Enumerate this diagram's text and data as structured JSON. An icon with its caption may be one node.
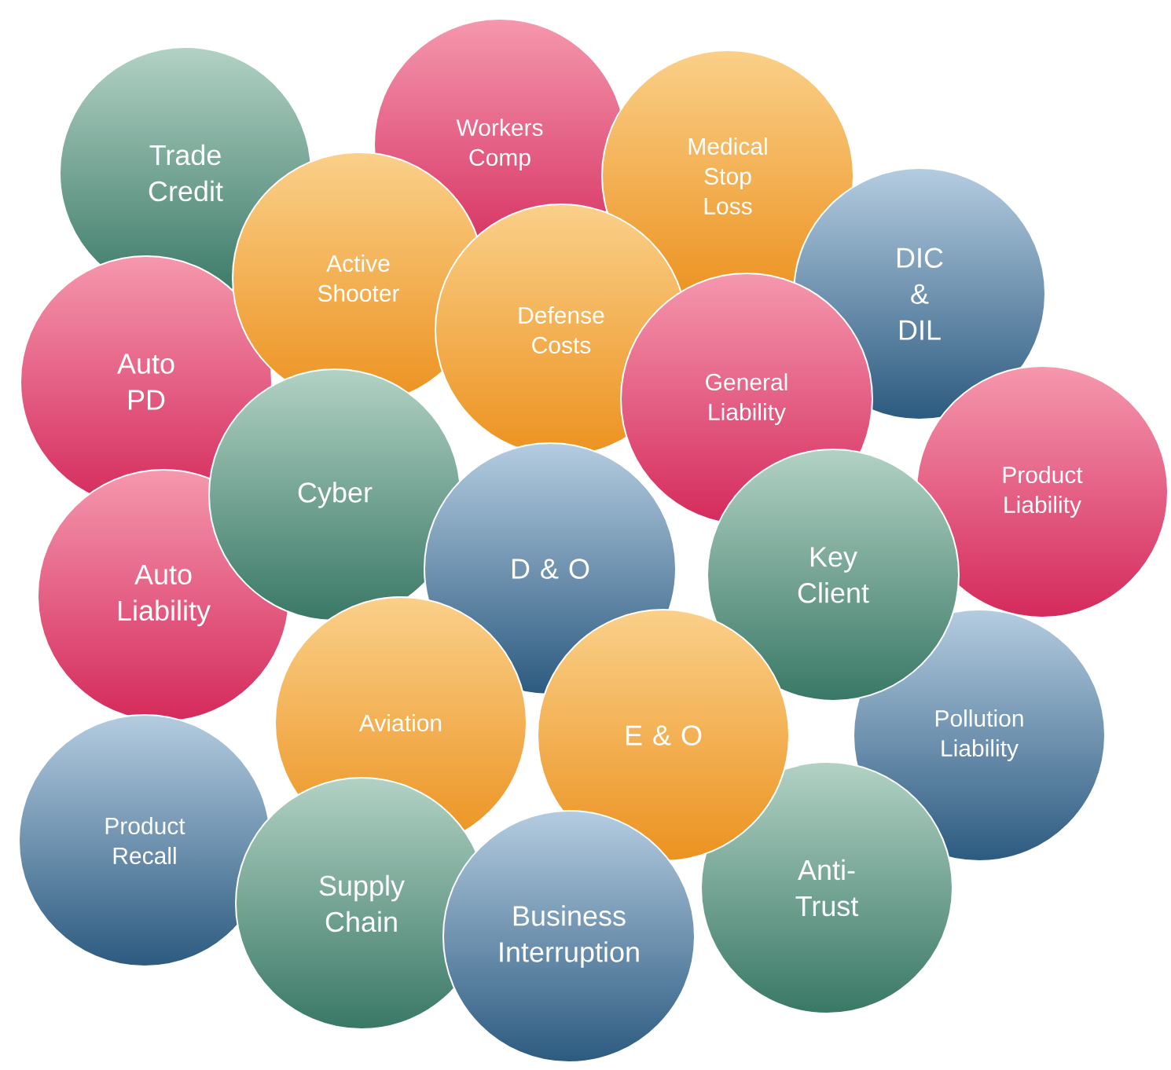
{
  "diagram": {
    "nodes": [
      {
        "text": [
          "Workers Comp"
        ]
      },
      {
        "text": [
          "Trade Credit"
        ]
      },
      {
        "text": [
          "Medical Stop Loss"
        ]
      },
      {
        "text": [
          "Active Shooter"
        ]
      },
      {
        "text": [
          "Defense Costs"
        ]
      },
      {
        "text": [
          "DIC & DIL"
        ]
      },
      {
        "text": [
          "Auto PD"
        ]
      },
      {
        "text": [
          "General Liability"
        ]
      },
      {
        "text": [
          "Cyber"
        ]
      },
      {
        "text": [
          "Product Liability"
        ]
      },
      {
        "text": [
          "Auto Liability"
        ]
      },
      {
        "text": [
          "D & O"
        ]
      },
      {
        "text": [
          "Key Client"
        ]
      },
      {
        "text": [
          "Aviation"
        ]
      },
      {
        "text": [
          "E & O"
        ]
      },
      {
        "text": [
          "Pollution Liability"
        ]
      },
      {
        "text": [
          "Product Recall"
        ]
      },
      {
        "text": [
          "Supply Chain"
        ]
      },
      {
        "text": [
          "Business Interruption"
        ]
      },
      {
        "text": [
          "Anti-Trust"
        ]
      }
    ]
  }
}
